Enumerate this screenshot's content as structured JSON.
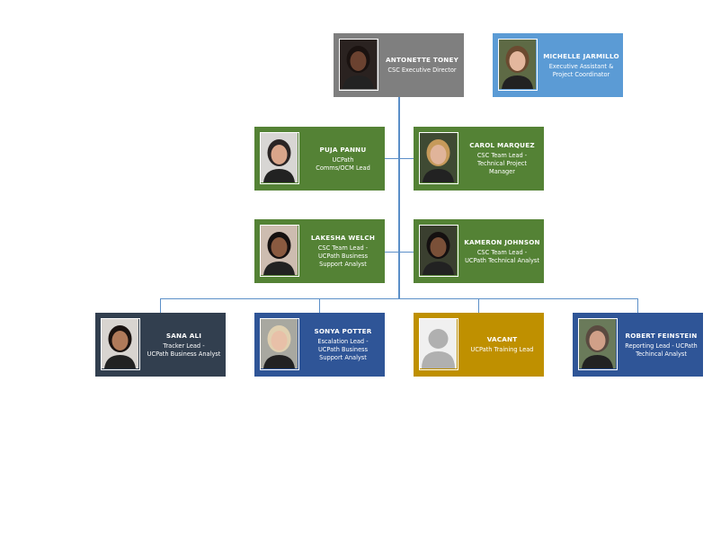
{
  "people": [
    {
      "name": "ANTONETTE TONEY",
      "title": [
        "CSC Executive Director"
      ],
      "color": "#7f7f7f",
      "skin": "#6b4230",
      "hair": "#1a1210",
      "bg": "#2a2220"
    },
    {
      "name": "MICHELLE JARMILLO",
      "title": [
        "Executive Assistant &",
        "Project Coordinator"
      ],
      "color": "#5b9bd5",
      "skin": "#e3b79d",
      "hair": "#6b4a30",
      "bg": "#5e6a45"
    },
    {
      "name": "PUJA PANNU",
      "title": [
        "UCPath",
        "Comms/OCM Lead"
      ],
      "color": "#548235",
      "skin": "#d9a58a",
      "hair": "#2a2424",
      "bg": "#d8d6d4"
    },
    {
      "name": "CAROL MARQUEZ",
      "title": [
        "CSC Team Lead -",
        "Technical Project",
        "Manager"
      ],
      "color": "#548235",
      "skin": "#e0b49a",
      "hair": "#c69a5a",
      "bg": "#3f4a33"
    },
    {
      "name": "LAKESHA WELCH",
      "title": [
        "CSC Team Lead -",
        "UCPath Business",
        "Support Analyst"
      ],
      "color": "#548235",
      "skin": "#8a5a40",
      "hair": "#151010",
      "bg": "#cdbcb0"
    },
    {
      "name": "KAMERON JOHNSON",
      "title": [
        "CSC Team Lead -",
        "UCPath Technical Analyst"
      ],
      "color": "#548235",
      "skin": "#7a5038",
      "hair": "#141010",
      "bg": "#3a3f2f"
    },
    {
      "name": "SANA ALI",
      "title": [
        "Tracker Lead -",
        "UCPath Business Analyst"
      ],
      "color": "#323f4f",
      "skin": "#b07a5a",
      "hair": "#1a1210",
      "bg": "#d8d4d0"
    },
    {
      "name": "SONYA POTTER",
      "title": [
        "Escalation Lead -",
        "UCPath Business",
        "Support Analyst"
      ],
      "color": "#2f5597",
      "skin": "#e8c0a8",
      "hair": "#e0d0b0",
      "bg": "#a8a8a0"
    },
    {
      "name": "VACANT",
      "title": [
        "UCPath Training Lead"
      ],
      "color": "#bf9000",
      "skin": "#b0b0b0",
      "hair": "#b0b0b0",
      "bg": "#f0f0f0"
    },
    {
      "name": "ROBERT FEINSTEIN",
      "title": [
        "Reporting Lead - UCPath",
        "Techincal Analyst"
      ],
      "color": "#2f5597",
      "skin": "#d0a088",
      "hair": "#5a4a40",
      "bg": "#6a7a5a"
    }
  ]
}
